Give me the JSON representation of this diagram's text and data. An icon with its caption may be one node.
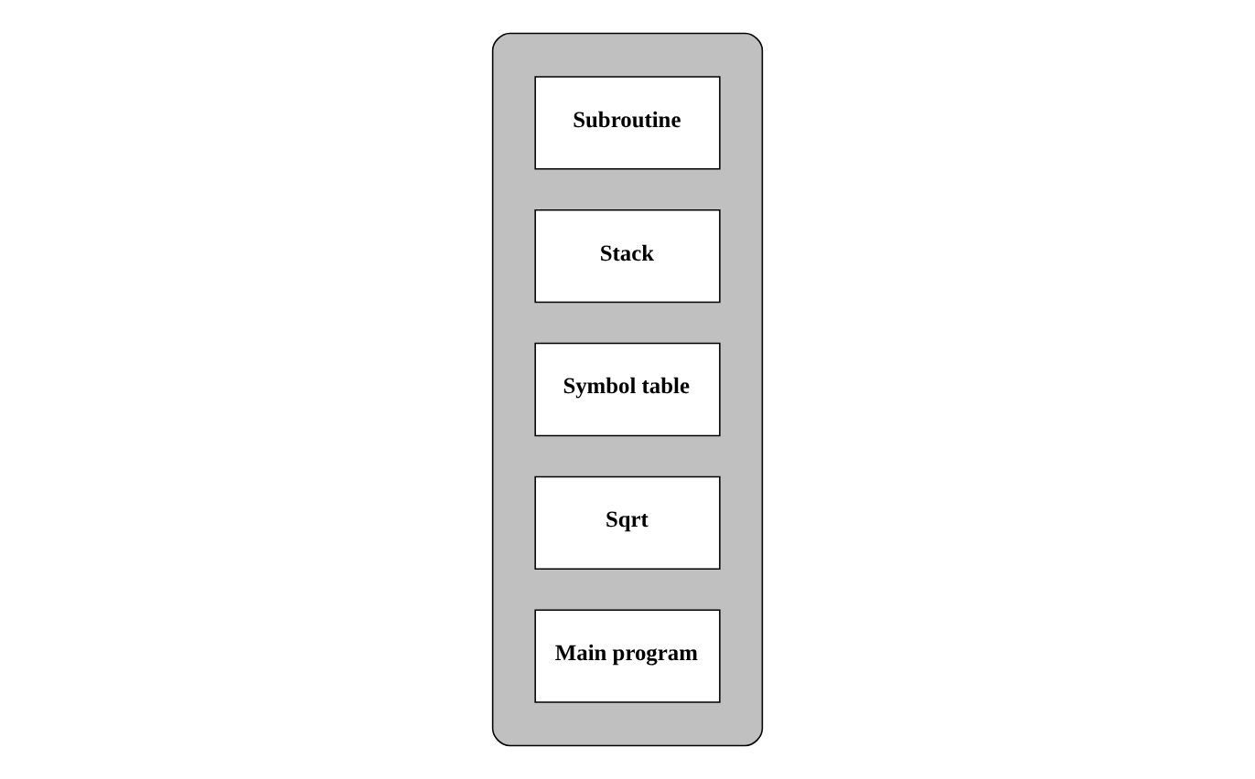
{
  "diagram": {
    "nodes": [
      {
        "text": [],
        "shape": "ellipse"
      },
      {
        "text": [
          "Subroutine"
        ],
        "in": 0
      },
      {
        "text": [
          "Stack"
        ],
        "in": 0
      },
      {
        "text": [
          "Symbol table"
        ],
        "in": 0
      },
      {
        "text": [
          "Sqrt"
        ],
        "in": 0
      },
      {
        "text": [
          "Main program"
        ],
        "in": 0
      }
    ]
  }
}
